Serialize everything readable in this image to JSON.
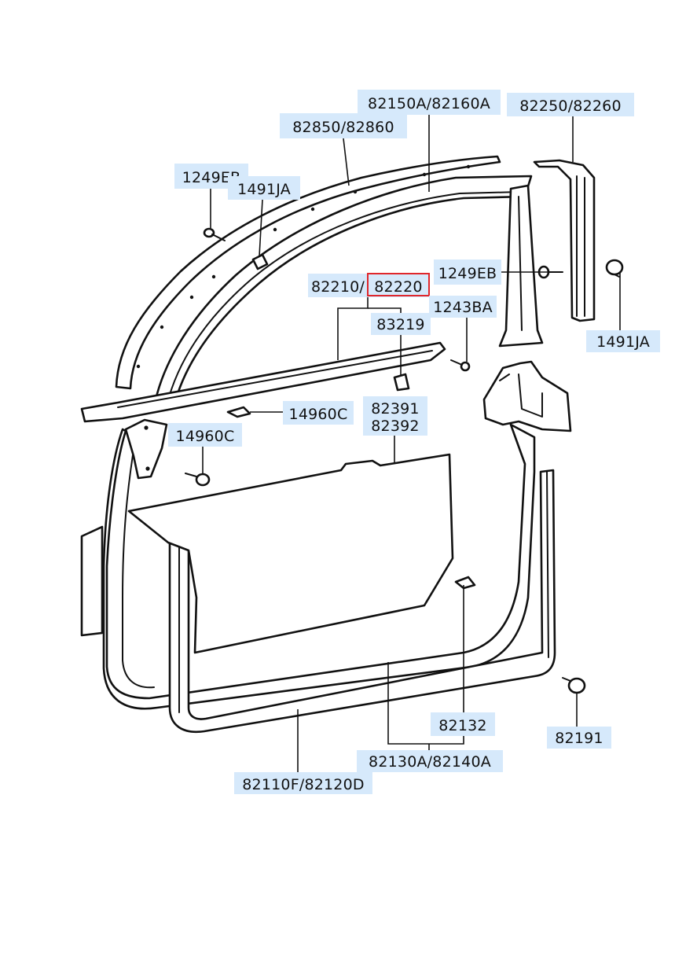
{
  "diagram": {
    "callouts": [
      {
        "id": "c-82150a",
        "text": "82150A/82160A"
      },
      {
        "id": "c-82250",
        "text": "82250/82260"
      },
      {
        "id": "c-82850",
        "text": "82850/82860"
      },
      {
        "id": "c-1249eb-a",
        "text": "1249EB"
      },
      {
        "id": "c-1491ja-a",
        "text": "1491JA"
      },
      {
        "id": "c-1249eb-b",
        "text": "1249EB"
      },
      {
        "id": "c-82210",
        "text": "82210/"
      },
      {
        "id": "c-82220",
        "text": "82220"
      },
      {
        "id": "c-1243ba",
        "text": "1243BA"
      },
      {
        "id": "c-83219",
        "text": "83219"
      },
      {
        "id": "c-1491ja-b",
        "text": "1491JA"
      },
      {
        "id": "c-14960c-a",
        "text": "14960C"
      },
      {
        "id": "c-14960c-b",
        "text": "14960C"
      },
      {
        "id": "c-82391",
        "text": "82391"
      },
      {
        "id": "c-82392",
        "text": "82392"
      },
      {
        "id": "c-82132",
        "text": "82132"
      },
      {
        "id": "c-82191",
        "text": "82191"
      },
      {
        "id": "c-82130a",
        "text": "82130A/82140A"
      },
      {
        "id": "c-82110f",
        "text": "82110F/82120D"
      }
    ],
    "highlighted_part": "82220",
    "highlight_color": "#e0262b",
    "label_background": "#d6e9fb"
  }
}
